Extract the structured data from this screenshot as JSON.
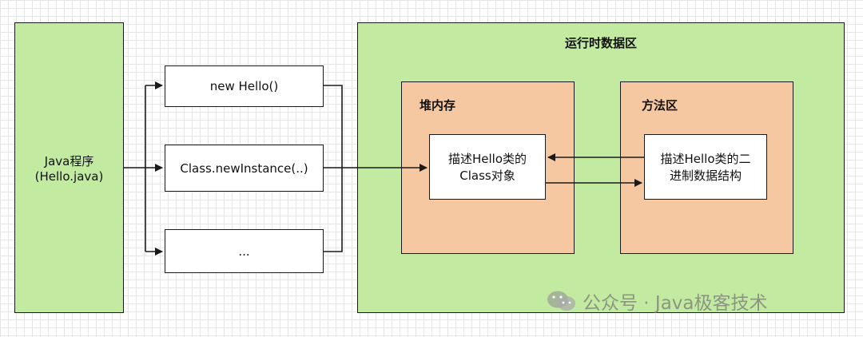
{
  "java_program": {
    "line1": "Java程序",
    "line2": "(Hello.java)"
  },
  "instantiation": {
    "new_hello": "new Hello()",
    "class_newinstance": "Class.newInstance(..)",
    "ellipsis": "..."
  },
  "runtime_area": {
    "title": "运行时数据区",
    "heap": {
      "title": "堆内存",
      "object_line1": "描述Hello类的",
      "object_line2": "Class对象"
    },
    "method_area": {
      "title": "方法区",
      "struct_line1": "描述Hello类的二",
      "struct_line2": "进制数据结构"
    }
  },
  "watermark": {
    "text": "公众号 · Java极客技术",
    "icon": "wechat-icon"
  },
  "colors": {
    "green": "#c3eaa1",
    "orange": "#f6c8a2",
    "line": "#1a1a1a"
  }
}
